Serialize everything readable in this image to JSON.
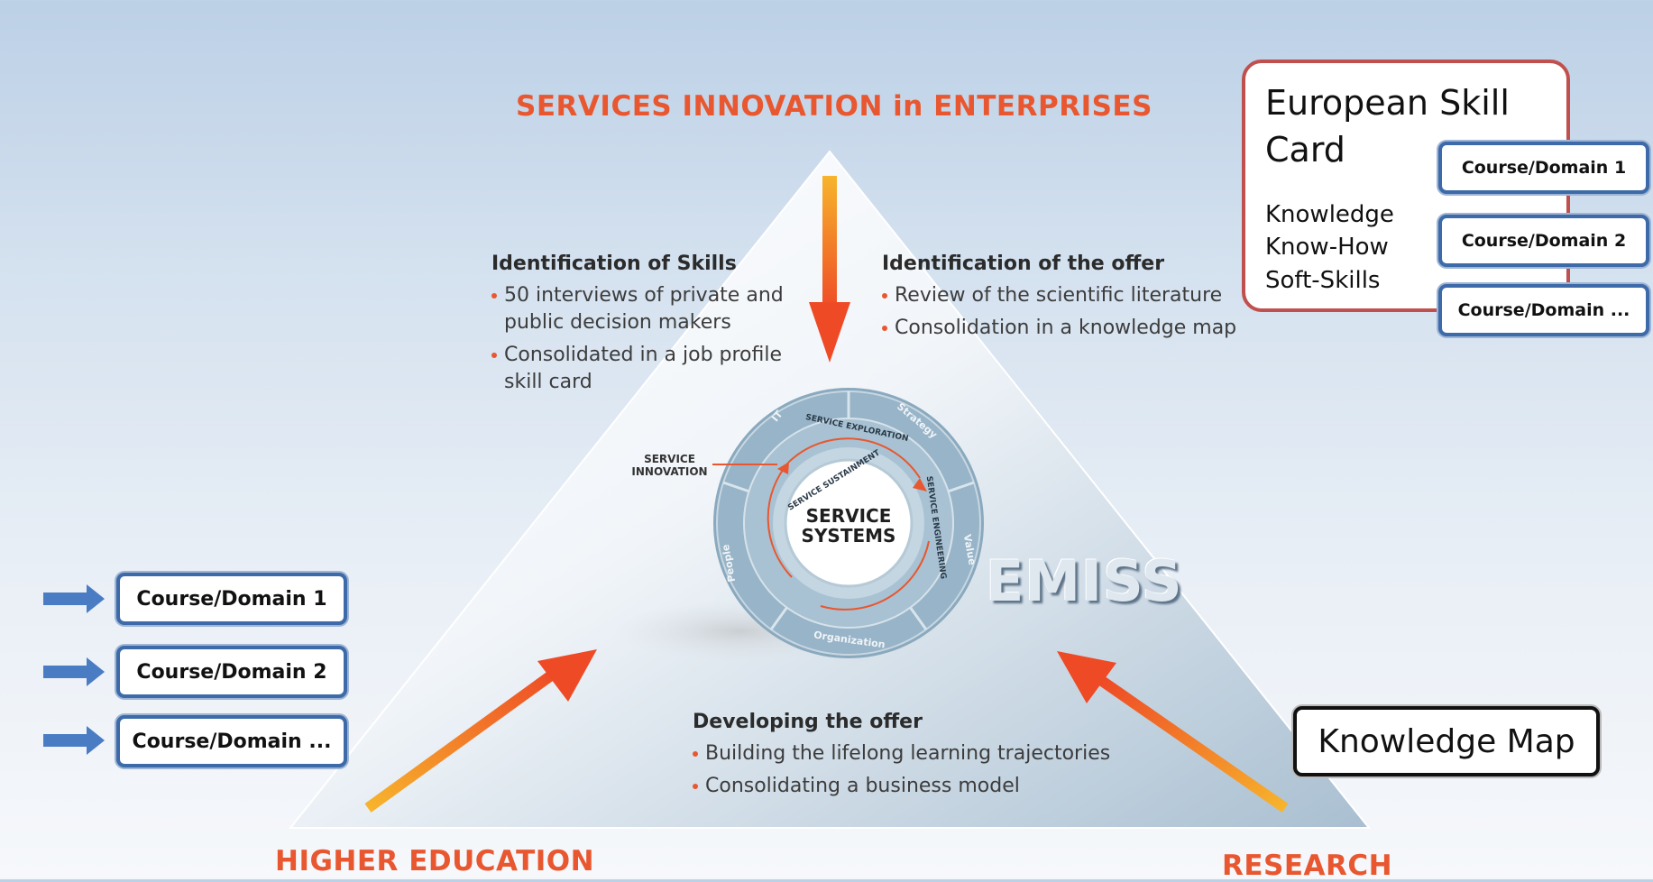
{
  "top_title": "SERVICES INNOVATION in ENTERPRISES",
  "bottom_left_label": "HIGHER EDUCATION",
  "bottom_right_label": "RESEARCH",
  "identification_skills": {
    "title": "Identification of Skills",
    "bullets": [
      "50 interviews of private and public decision makers",
      "Consolidated in a job profile skill card"
    ]
  },
  "identification_offer": {
    "title": "Identification of the offer",
    "bullets": [
      "Review of the scientific literature",
      "Consolidation in a knowledge map"
    ]
  },
  "developing_offer": {
    "title": "Developing the offer",
    "bullets": [
      "Building the lifelong learning trajectories",
      "Consolidating a business model"
    ]
  },
  "wheel": {
    "center": [
      "SERVICE",
      "SYSTEMS"
    ],
    "service_innovation": [
      "SERVICE",
      "INNOVATION"
    ],
    "outer_labels": [
      "IT",
      "Strategy",
      "Value",
      "Organization",
      "People"
    ],
    "inner_labels": [
      "SERVICE EXPLORATION",
      "SERVICE ENGINEERING",
      "SERVICE SUSTAINMENT"
    ]
  },
  "emiss": "EMISS",
  "left_courses": [
    "Course/Domain 1",
    "Course/Domain 2",
    "Course/Domain ..."
  ],
  "skill_card": {
    "title": "European Skill Card",
    "items": [
      "Knowledge",
      "Know-How",
      "Soft-Skills"
    ]
  },
  "right_courses": [
    "Course/Domain 1",
    "Course/Domain 2",
    "Course/Domain ..."
  ],
  "knowledge_map": "Knowledge Map",
  "colors": {
    "accent_orange": "#e8572f",
    "arrow_blue": "#4a7cc4",
    "box_border_blue": "#3d6aa8",
    "skill_card_border": "#c0504d"
  },
  "icons": [
    "arrow-right-icon",
    "arrow-down-icon",
    "arrow-up-right-icon",
    "arrow-up-left-icon"
  ]
}
